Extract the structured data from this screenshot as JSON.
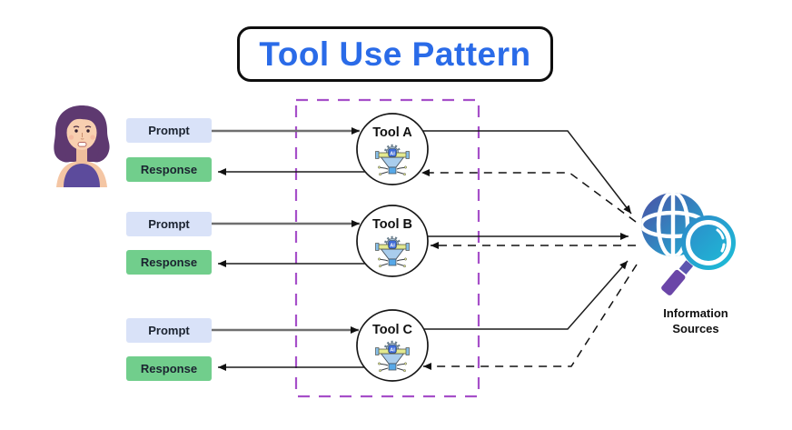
{
  "title": "Tool Use Pattern",
  "rows": [
    {
      "prompt": "Prompt",
      "response": "Response",
      "tool": "Tool A"
    },
    {
      "prompt": "Prompt",
      "response": "Response",
      "tool": "Tool B"
    },
    {
      "prompt": "Prompt",
      "response": "Response",
      "tool": "Tool C"
    }
  ],
  "info_sources": {
    "label_line1": "Information",
    "label_line2": "Sources"
  },
  "icons": {
    "user": "woman-avatar",
    "tool": "ai-vise-icon",
    "info": "globe-magnifier-icon",
    "ai_label": "AI"
  },
  "colors": {
    "title_blue": "#2A6BE8",
    "prompt_bg": "#D9E2F8",
    "response_bg": "#71CE8C",
    "boundary_purple": "#A64FC9",
    "arrow_black": "#111111",
    "label_dark": "#1B2330",
    "globe_gradient_start": "#4B4FA4",
    "globe_gradient_end": "#1FB5D8",
    "magnifier_handle": "#6B46A8"
  }
}
